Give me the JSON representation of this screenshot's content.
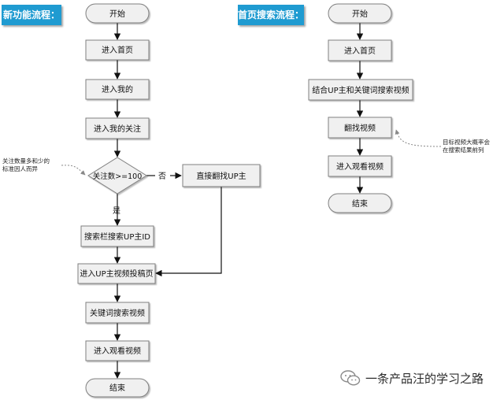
{
  "headers": {
    "left": "新功能流程：",
    "right": "首页搜索流程："
  },
  "left_flow": {
    "start": "开始",
    "homepage": "进入首页",
    "mine": "进入我的",
    "my_follow": "进入我的关注",
    "decision": "关注数>=100",
    "direct": "直接翻找UP主",
    "search_id": "搜索栏搜索UP主ID",
    "up_page": "进入UP主视频投稿页",
    "keyword": "关键词搜索视频",
    "watch": "进入观看视频",
    "end": "结束",
    "yes_label": "是",
    "no_label": "否",
    "note_line1": "关注数量多和少的",
    "note_line2": "标准因人而异"
  },
  "right_flow": {
    "start": "开始",
    "homepage": "进入首页",
    "combine": "结合UP主和关键词搜索视频",
    "browse": "翻找视频",
    "watch": "进入观看视频",
    "end": "结束",
    "note_line1": "目标视频大概率会",
    "note_line2": "在搜索结果前列"
  },
  "watermark": "一条产品汪的学习之路",
  "colors": {
    "header_bg": "#1f9bd1",
    "node_fill": "#f0f0f0",
    "node_stroke": "#7f7f7f",
    "arrow": "#111111"
  }
}
